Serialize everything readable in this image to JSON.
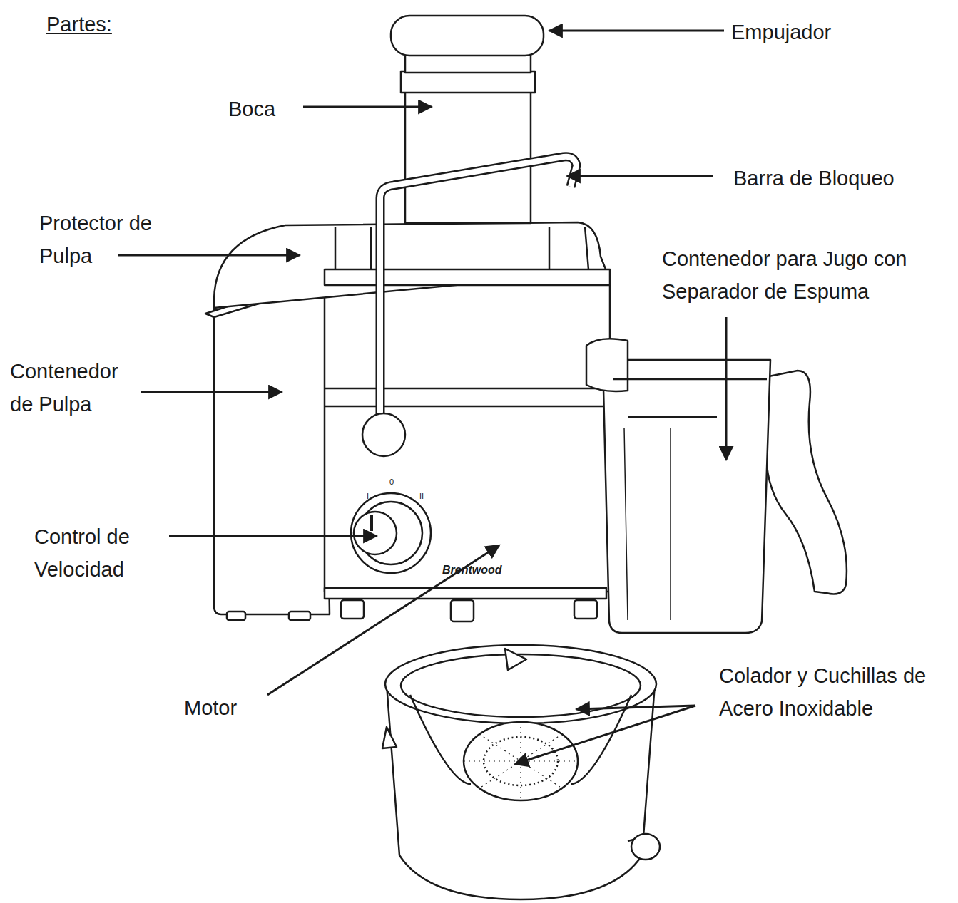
{
  "diagram": {
    "title": "Partes:",
    "labels": [
      "Empujador",
      "Boca",
      "Barra de Bloqueo",
      "Protector de Pulpa",
      "Contenedor para Jugo con Separador de Espuma",
      "Contenedor de Pulpa",
      "Control de Velocidad",
      "Motor",
      "Colador y Cuchillas de Acero Inoxidable",
      "Brentwood",
      "I",
      "0",
      "II"
    ]
  }
}
